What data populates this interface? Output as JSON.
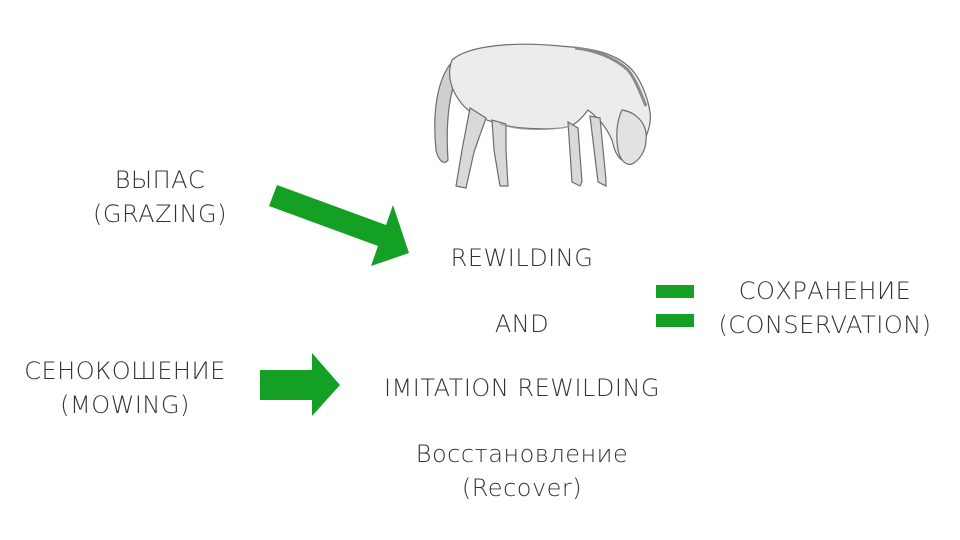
{
  "colors": {
    "arrow": "#13A024",
    "text": "#333333"
  },
  "graphics": {
    "horse": "grazing-horse-illustration"
  },
  "nodes": {
    "grazing": {
      "line1": "ВЫПАС",
      "line2": "(GRAZING)"
    },
    "mowing": {
      "line1": "СЕНОКОШЕНИЕ",
      "line2": "(MOWING)"
    },
    "rewilding": "REWILDING",
    "and": "AND",
    "imitation": "IMITATION REWILDING",
    "recover": {
      "line1": "Восстановление",
      "line2": "(Recover)"
    },
    "conservation": {
      "line1": "СОХРАНЕНИЕ",
      "line2": "(CONSERVATION)"
    }
  }
}
